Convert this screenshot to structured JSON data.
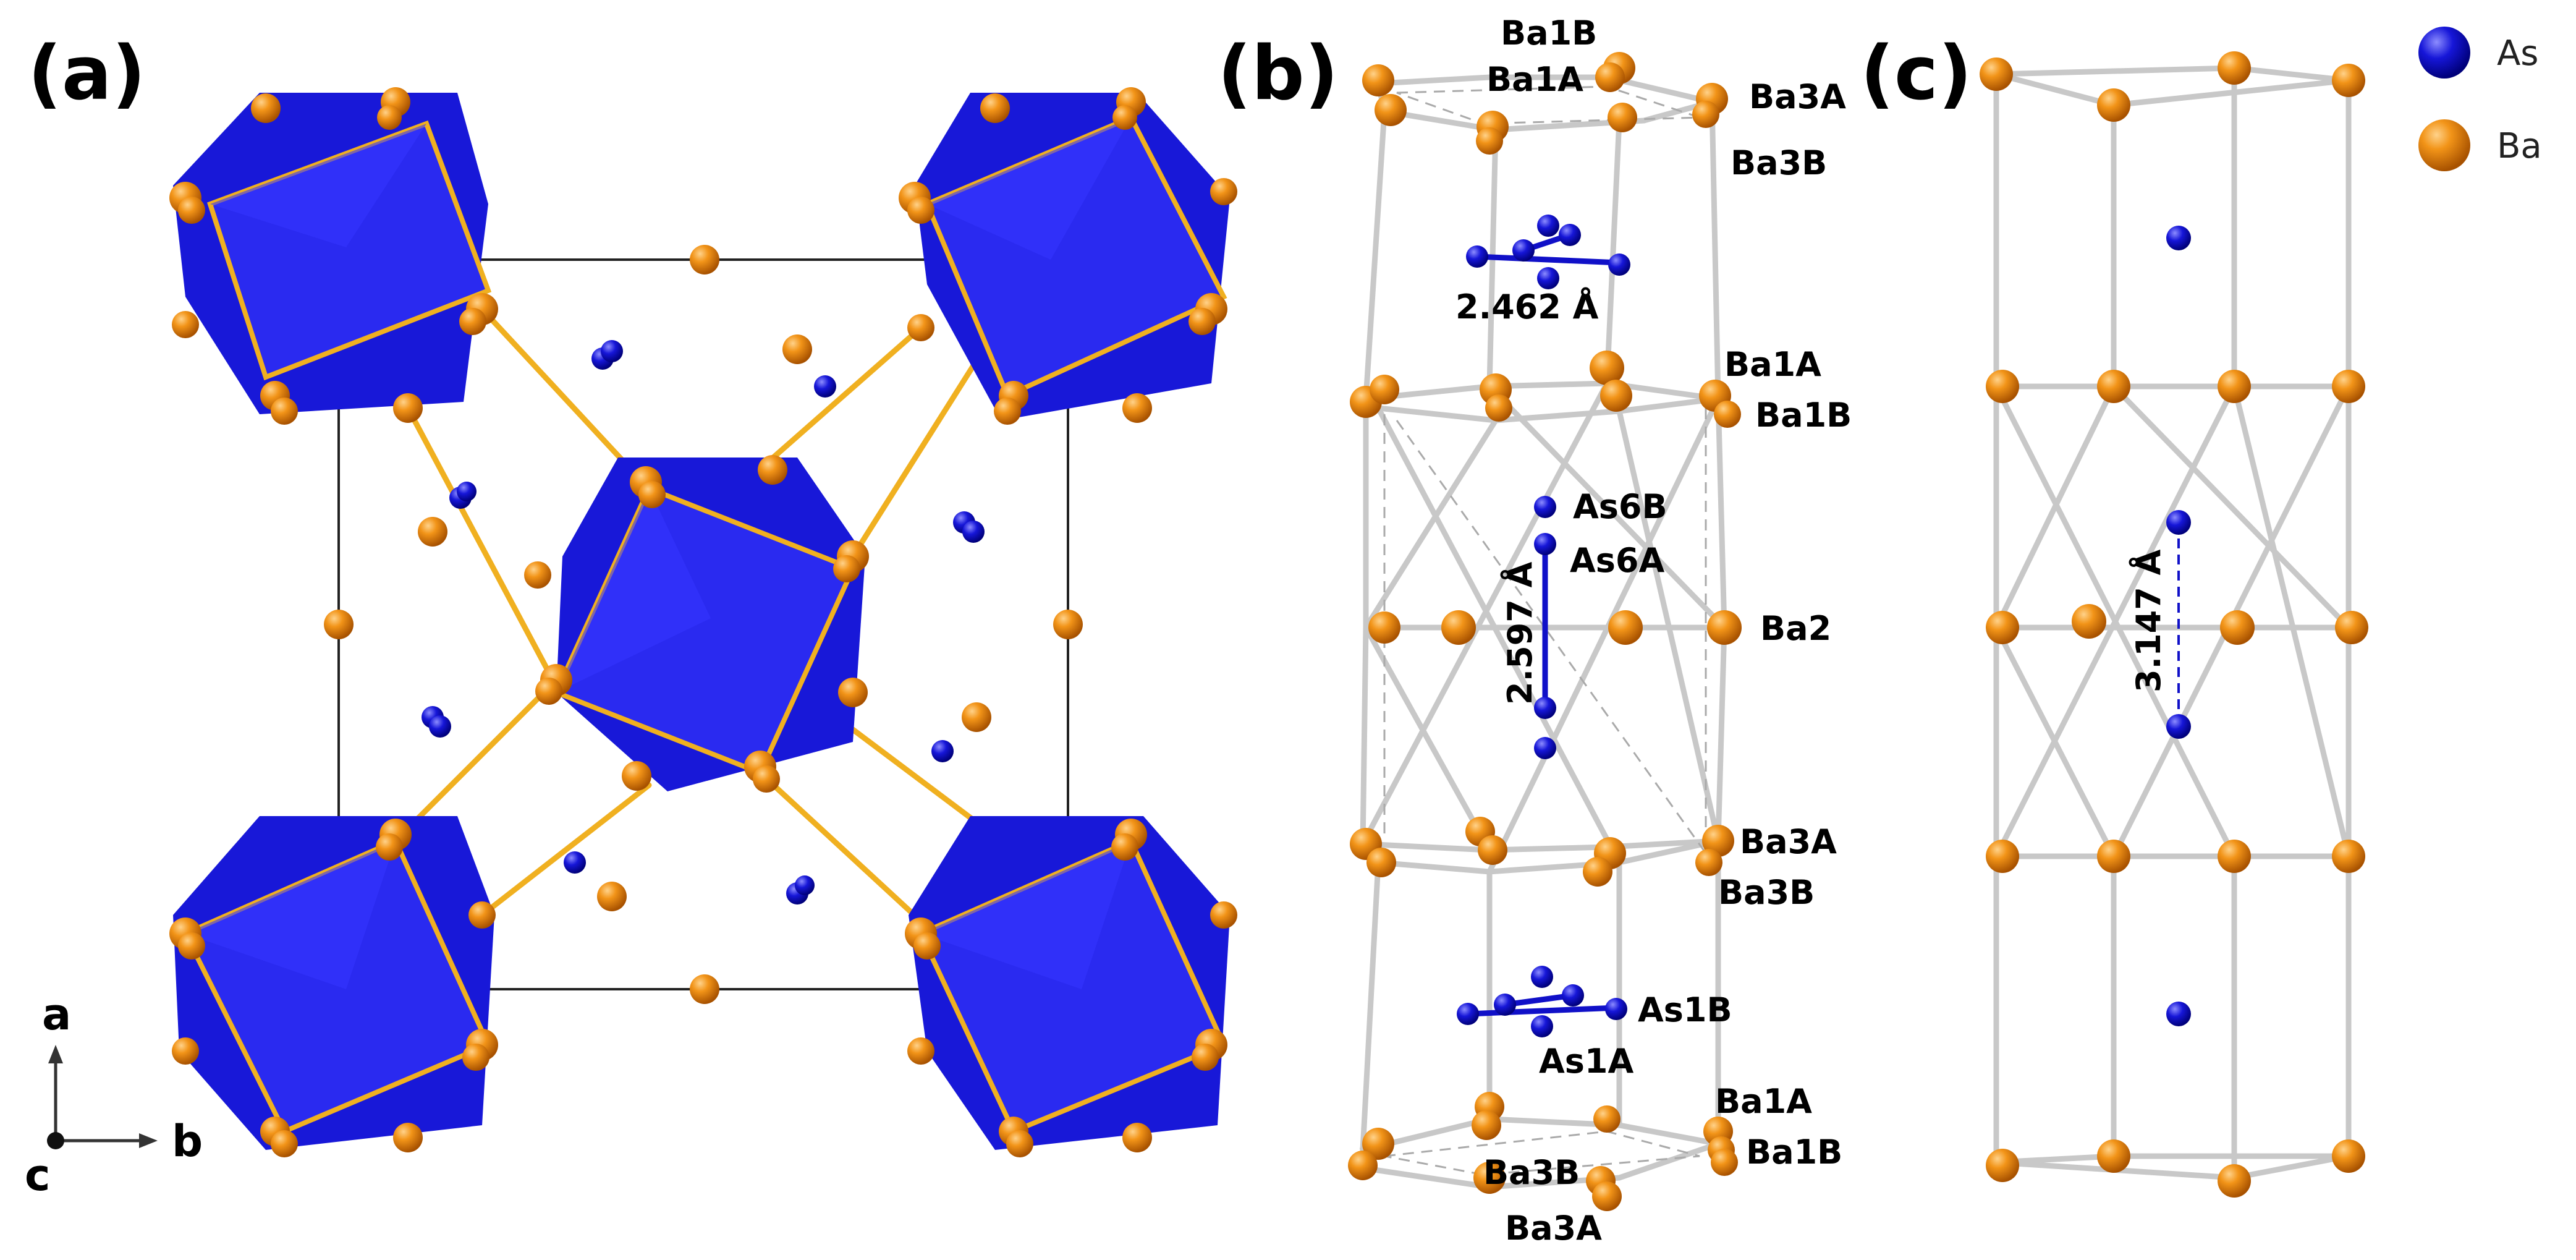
{
  "panels": {
    "a": {
      "letter": "(a)"
    },
    "b": {
      "letter": "(b)"
    },
    "c": {
      "letter": "(c)"
    }
  },
  "axes": {
    "a": "a",
    "b": "b",
    "c": "c"
  },
  "legend": [
    {
      "label": "As",
      "color": "#1010c8"
    },
    {
      "label": "Ba",
      "color": "#e08010"
    }
  ],
  "panel_b_labels": {
    "ba1b_top": "Ba1B",
    "ba1a_top": "Ba1A",
    "ba3a_top": "Ba3A",
    "ba3b_top": "Ba3B",
    "dist_top": "2.462 Å",
    "ba1a_mid": "Ba1A",
    "ba1b_mid": "Ba1B",
    "as6b": "As6B",
    "as6a": "As6A",
    "dist_mid": "2.597 Å",
    "ba2": "Ba2",
    "ba3a_mid": "Ba3A",
    "ba3b_mid": "Ba3B",
    "as1b": "As1B",
    "as1a": "As1A",
    "ba1a_bot": "Ba1A",
    "ba1b_bot": "Ba1B",
    "ba3b_bot": "Ba3B",
    "ba3a_bot": "Ba3A"
  },
  "panel_c_labels": {
    "dist": "3.147 Å"
  },
  "colors": {
    "as": "#1010c8",
    "ba": "#e08010",
    "polyhedron": "#1a1ae0",
    "bond_gold": "#f0b020",
    "bond_grey": "#c8c8c8"
  }
}
